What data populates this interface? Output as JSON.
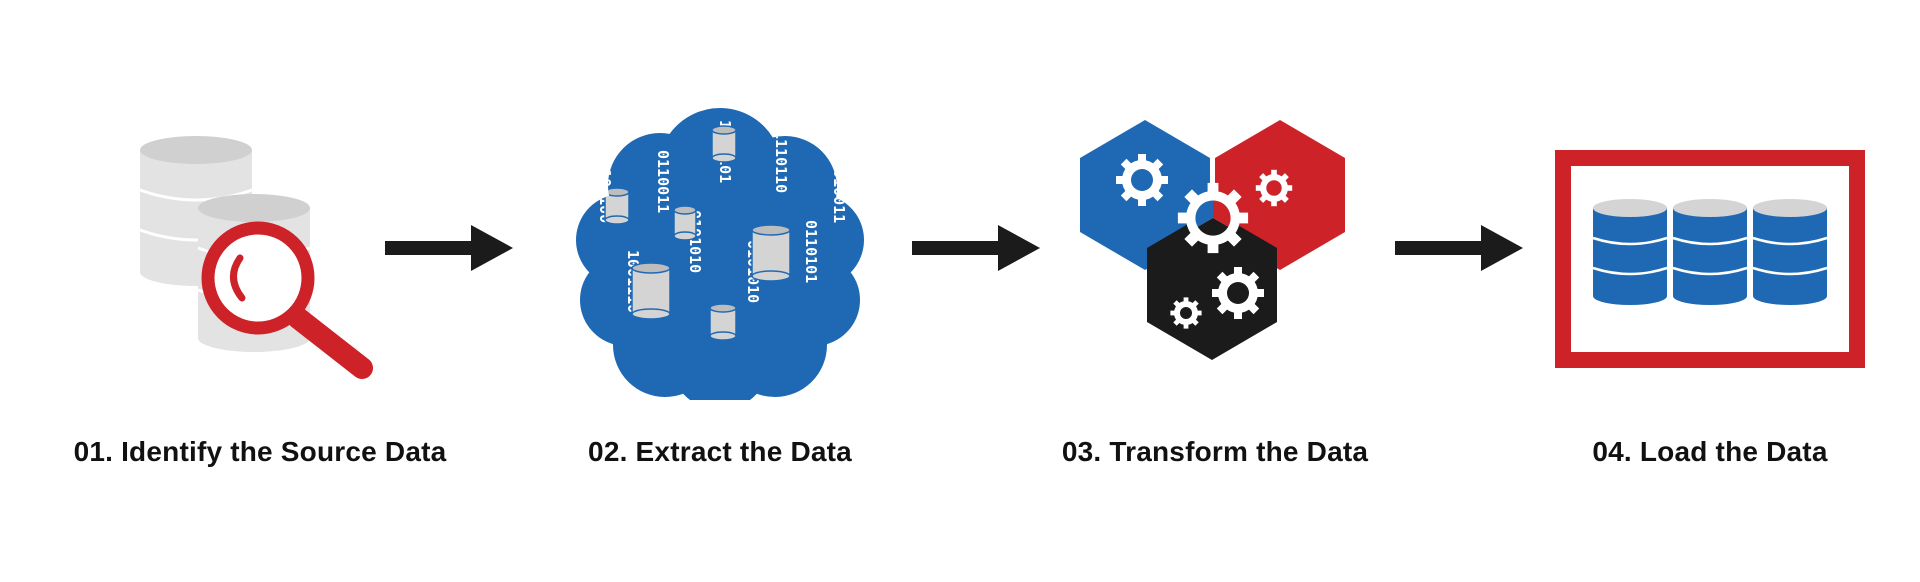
{
  "steps": [
    {
      "label": "01. Identify the Source Data",
      "icon": "database-search-icon"
    },
    {
      "label": "02. Extract the Data",
      "icon": "data-cloud-icon"
    },
    {
      "label": "03. Transform the Data",
      "icon": "gears-hexagon-icon"
    },
    {
      "label": "04. Load the Data",
      "icon": "database-warehouse-icon"
    }
  ],
  "binary": {
    "col1": "1101100",
    "col2": "1001110",
    "col3": "0110011",
    "col4": "0101010",
    "col5": "1010101",
    "col6": "0101010",
    "col7": "1110110",
    "col8": "0110101",
    "col9": "1010011"
  },
  "colors": {
    "blue": "#1f69b4",
    "red": "#cc2228",
    "black": "#1b1b1b",
    "gray": "#d4d4d4",
    "light_gray": "#e6e6e6"
  }
}
